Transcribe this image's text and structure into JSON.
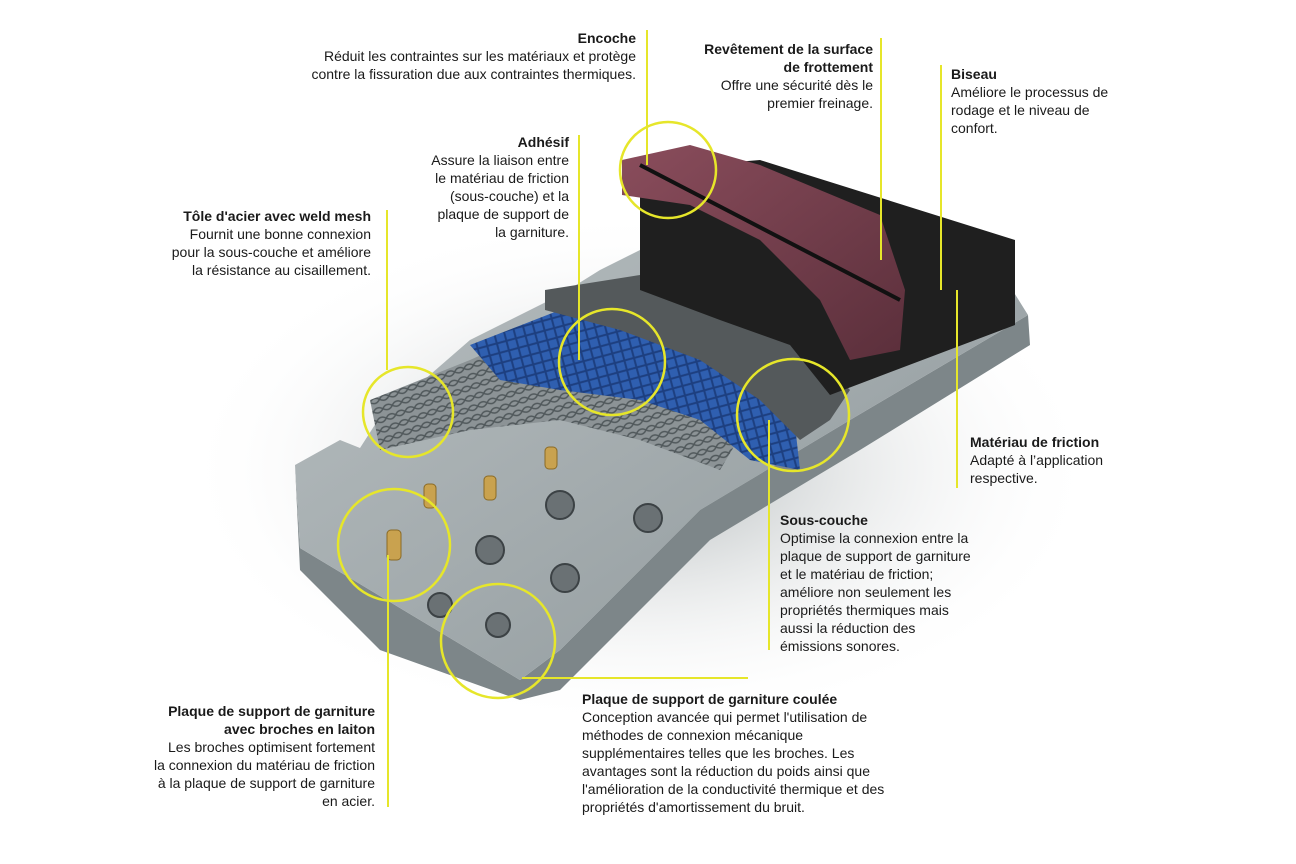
{
  "colors": {
    "accent": "#e6e62a",
    "plate": "#9aa3a6",
    "mesh": "#2f5fb0",
    "friction": "#1e1e1e",
    "surface": "#6b3a48"
  },
  "annotations": {
    "encoche": {
      "title": "Encoche",
      "text": "Réduit les contraintes sur les matériaux et protège\ncontre la fissuration due aux contraintes thermiques."
    },
    "revetement": {
      "title": "Revêtement de la surface\nde frottement",
      "text": "Offre une sécurité dès le\npremier freinage."
    },
    "biseau": {
      "title": "Biseau",
      "text": "Améliore le processus de\nrodage et le niveau de\nconfort."
    },
    "adhesif": {
      "title": "Adhésif",
      "text": "Assure la liaison entre\nle matériau de friction\n(sous-couche) et la\nplaque de support de\nla garniture."
    },
    "tole": {
      "title": "Tôle d'acier avec weld mesh",
      "text": "Fournit une bonne connexion\npour la sous-couche et améliore\nla résistance au cisaillement."
    },
    "materiau": {
      "title": "Matériau de friction",
      "text": "Adapté à l’application\nrespective."
    },
    "sous_couche": {
      "title": "Sous-couche",
      "text": "Optimise la connexion entre la\nplaque de support de garniture\net le matériau de friction;\naméliore non seulement les\npropriétés thermiques mais\naussi la réduction des\némissions sonores."
    },
    "coulee": {
      "title": "Plaque de support de garniture coulée",
      "text": "Conception avancée qui permet l'utilisation de\nméthodes de connexion mécanique\nsupplémentaires telles que les broches. Les\navantages sont la réduction du poids ainsi que\nl'amélioration de la conductivité thermique et des\npropriétés d'amortissement du bruit."
    },
    "laiton": {
      "title": "Plaque de support de garniture\navec broches en laiton",
      "text": "Les broches optimisent fortement\nla connexion du matériau de friction\nà la plaque de support de garniture\nen acier."
    }
  }
}
